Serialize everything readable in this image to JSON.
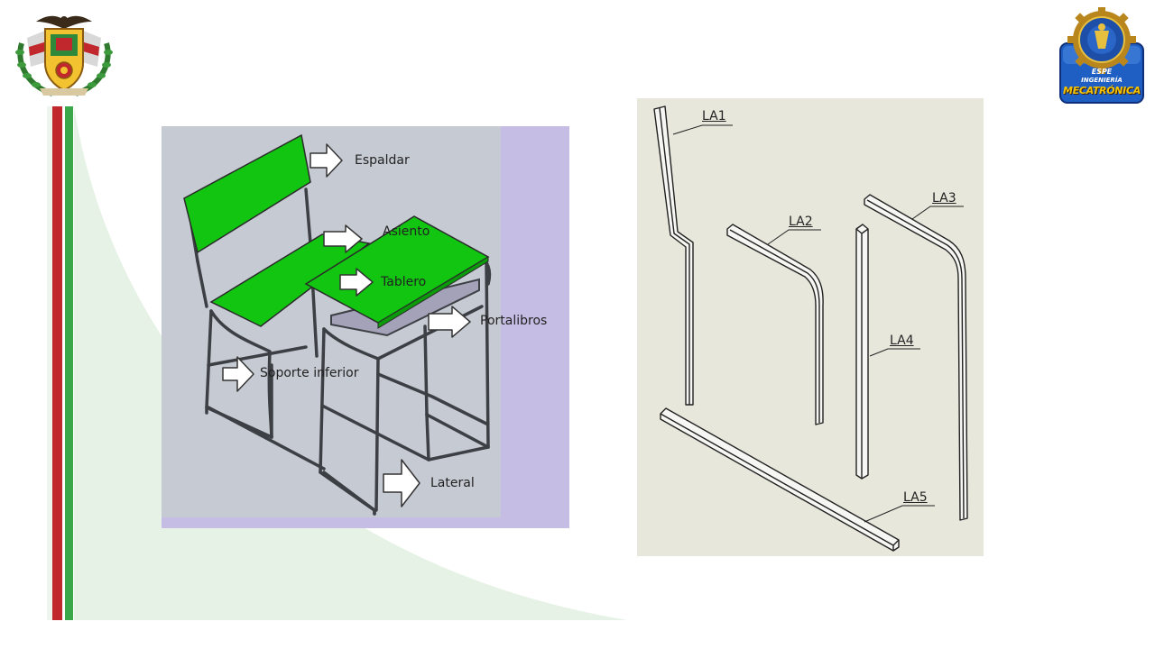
{
  "colors": {
    "stripe_red": "#c0282d",
    "stripe_green": "#3aa84a",
    "curve_fill": "#e6f2e6",
    "part_green": "#11c511",
    "left_bg_gray": "#c6cad3",
    "left_bg_purple": "#c5bde3",
    "right_bg": "#e8e7dc"
  },
  "logos": {
    "left": {
      "icon": "coat-of-arms-icon"
    },
    "right": {
      "icon": "gear-seal-icon",
      "line1": "ESPE",
      "line2": "INGENIERÍA",
      "line3": "MECATRÓNICA"
    }
  },
  "left_figure": {
    "labels": {
      "espaldar": "Espaldar",
      "asiento": "Asiento",
      "tablero": "Tablero",
      "portalibros": "Portalibros",
      "soporte": "Soporte inferior",
      "lateral": "Lateral"
    }
  },
  "right_figure": {
    "parts": [
      "LA1",
      "LA2",
      "LA3",
      "LA4",
      "LA5"
    ]
  }
}
